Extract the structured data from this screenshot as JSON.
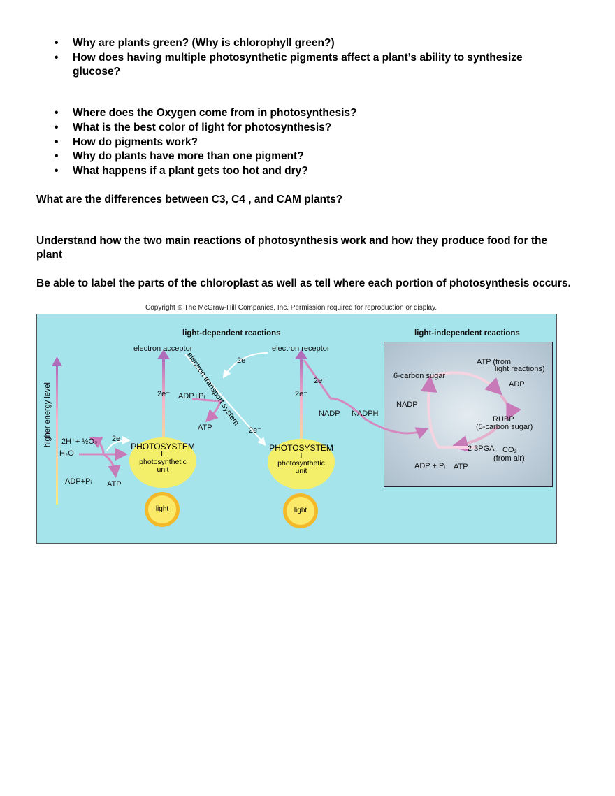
{
  "questions_group1": [
    "Why are plants green? (Why is chlorophyll green?)",
    "How does having multiple photosynthetic pigments affect a plant’s ability to synthesize glucose?"
  ],
  "questions_group2": [
    "Where does the Oxygen come from in photosynthesis?",
    "What is the best color of light for photosynthesis?",
    "How do pigments work?",
    "Why do plants have more than one pigment?",
    "What happens if a plant gets too hot and dry?"
  ],
  "bullet": "•",
  "paragraphs": [
    "What are the differences between C3, C4 , and CAM plants?",
    "Understand how the two main reactions of photosynthesis work and how they produce food for the plant",
    "Be able to label the parts of the chloroplast as well as tell where each portion of photosynthesis occurs."
  ],
  "figure": {
    "copyright": "Copyright © The McGraw-Hill Companies, Inc. Permission required for reproduction or display.",
    "background_color": "#a6e4ec",
    "light_dependent": {
      "heading": "light-dependent reactions",
      "electron_acceptor": "electron acceptor",
      "electron_receptor": "electron receptor",
      "electron_transport_system": "electron transport system",
      "energy_axis": "higher energy level",
      "electrons": "2e⁻",
      "adp_pi": "ADP+Pᵢ",
      "atp": "ATP",
      "nadp": "NADP",
      "nadph": "NADPH",
      "products_water": "2H⁺+ ½O₂",
      "water": "H₂O",
      "photosystem_ii": {
        "title": "PHOTOSYSTEM",
        "numeral": "II",
        "subtitle": "photosynthetic unit"
      },
      "photosystem_i": {
        "title": "PHOTOSYSTEM",
        "numeral": "I",
        "subtitle": "photosynthetic unit"
      },
      "light": "light"
    },
    "light_independent": {
      "heading": "light-independent reactions",
      "six_carbon_sugar": "6-carbon sugar",
      "atp_from": "ATP (from",
      "light_reactions": "light reactions)",
      "adp": "ADP",
      "nadp": "NADP",
      "rubp": "RUBP",
      "five_carbon_sugar": "(5-carbon sugar)",
      "pga": "2 3PGA",
      "co2": "CO₂",
      "from_air": "(from air)",
      "adp_pi": "ADP + Pᵢ",
      "atp": "ATP"
    }
  }
}
